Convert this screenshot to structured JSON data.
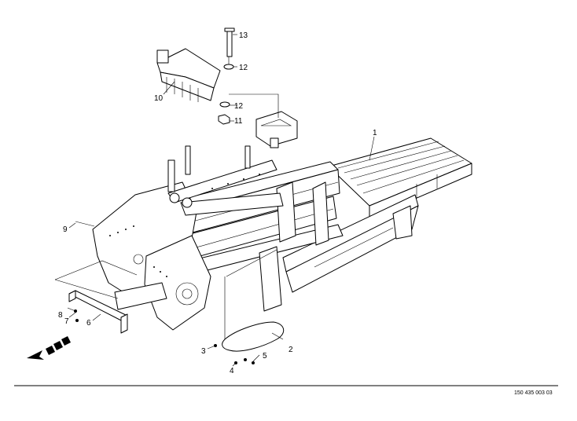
{
  "drawing": {
    "callouts": [
      {
        "id": "1",
        "text": "1"
      },
      {
        "id": "2",
        "text": "2"
      },
      {
        "id": "3",
        "text": "3"
      },
      {
        "id": "4",
        "text": "4"
      },
      {
        "id": "5",
        "text": "5"
      },
      {
        "id": "6",
        "text": "6"
      },
      {
        "id": "7",
        "text": "7"
      },
      {
        "id": "8",
        "text": "8"
      },
      {
        "id": "9",
        "text": "9"
      },
      {
        "id": "10",
        "text": "10"
      },
      {
        "id": "11",
        "text": "11"
      },
      {
        "id": "12a",
        "text": "12"
      },
      {
        "id": "12b",
        "text": "12"
      },
      {
        "id": "13",
        "text": "13"
      }
    ],
    "document_number": "150 435 003 03"
  }
}
